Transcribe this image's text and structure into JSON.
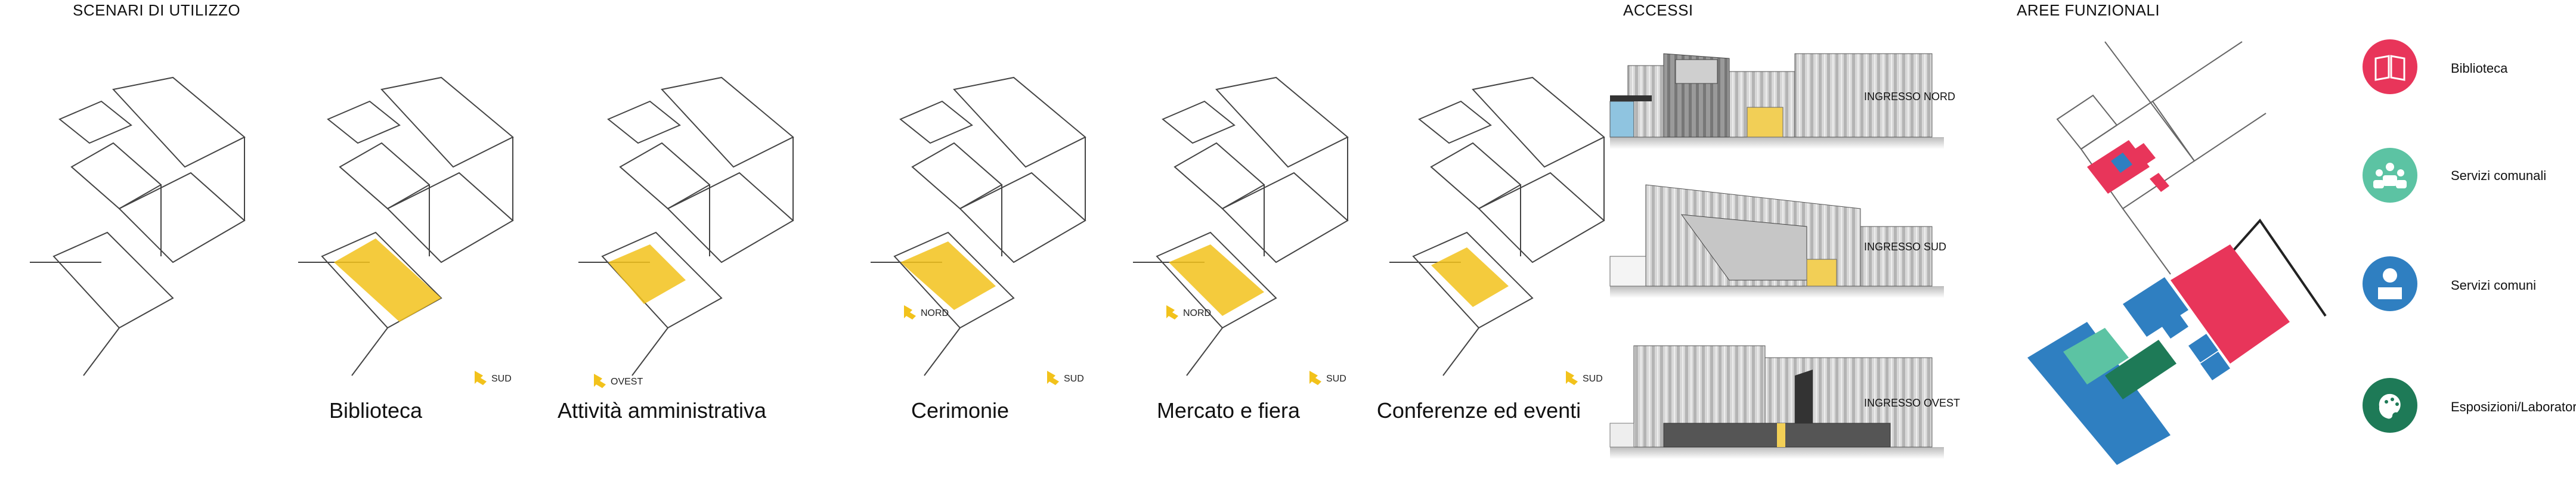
{
  "sections": {
    "scenari_title": "SCENARI DI UTILIZZO",
    "accessi_title": "ACCESSI",
    "aree_title": "AREE FUNZIONALI"
  },
  "scenarios": [
    {
      "label": ""
    },
    {
      "label": "Biblioteca",
      "directions": [
        "SUD"
      ]
    },
    {
      "label": "Attività amministrativa",
      "directions": [
        "OVEST"
      ]
    },
    {
      "label": "Cerimonie",
      "directions": [
        "NORD",
        "SUD"
      ]
    },
    {
      "label": "Mercato e fiera",
      "directions": [
        "NORD",
        "SUD"
      ]
    },
    {
      "label": "Conferenze ed eventi",
      "directions": [
        "SUD"
      ]
    }
  ],
  "entrances": [
    {
      "label": "INGRESSO NORD"
    },
    {
      "label": "INGRESSO SUD"
    },
    {
      "label": "INGRESSO OVEST"
    }
  ],
  "legend": [
    {
      "label": "Biblioteca",
      "color": "#e8355a",
      "icon": "book-icon"
    },
    {
      "label": "Servizi comunali",
      "color": "#5cc3a3",
      "icon": "people-icon"
    },
    {
      "label": "Servizi comuni",
      "color": "#2f7fc1",
      "icon": "person-desk-icon"
    },
    {
      "label": "Esposizioni/Laboratori",
      "color": "#1e7a57",
      "icon": "palette-icon"
    }
  ],
  "colors": {
    "highlight": "#f2c21b",
    "outline": "#333333"
  }
}
